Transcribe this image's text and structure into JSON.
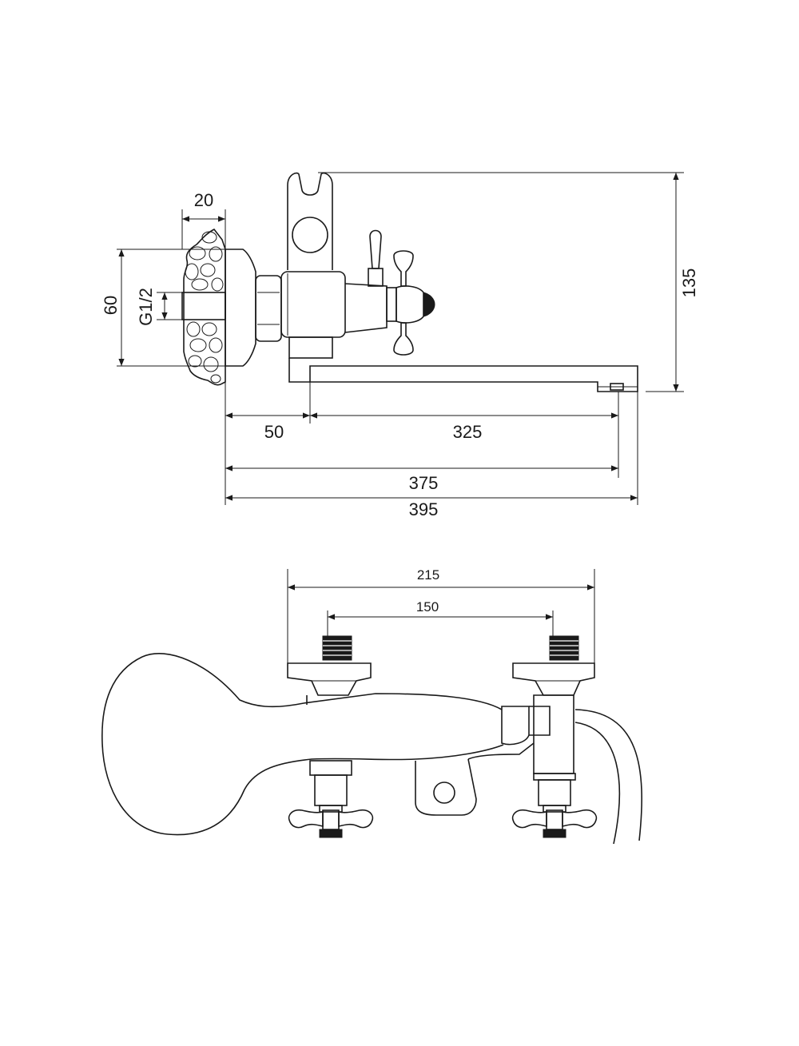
{
  "side_view": {
    "dims": {
      "wall_flange_depth": "20",
      "flange_height": "60",
      "thread": "G1/2",
      "height": "135",
      "offset": "50",
      "spout_length": "325",
      "spout_reach": "375",
      "total_length": "395"
    }
  },
  "top_view": {
    "dims": {
      "overall_width": "215",
      "inlet_spacing": "150"
    }
  }
}
